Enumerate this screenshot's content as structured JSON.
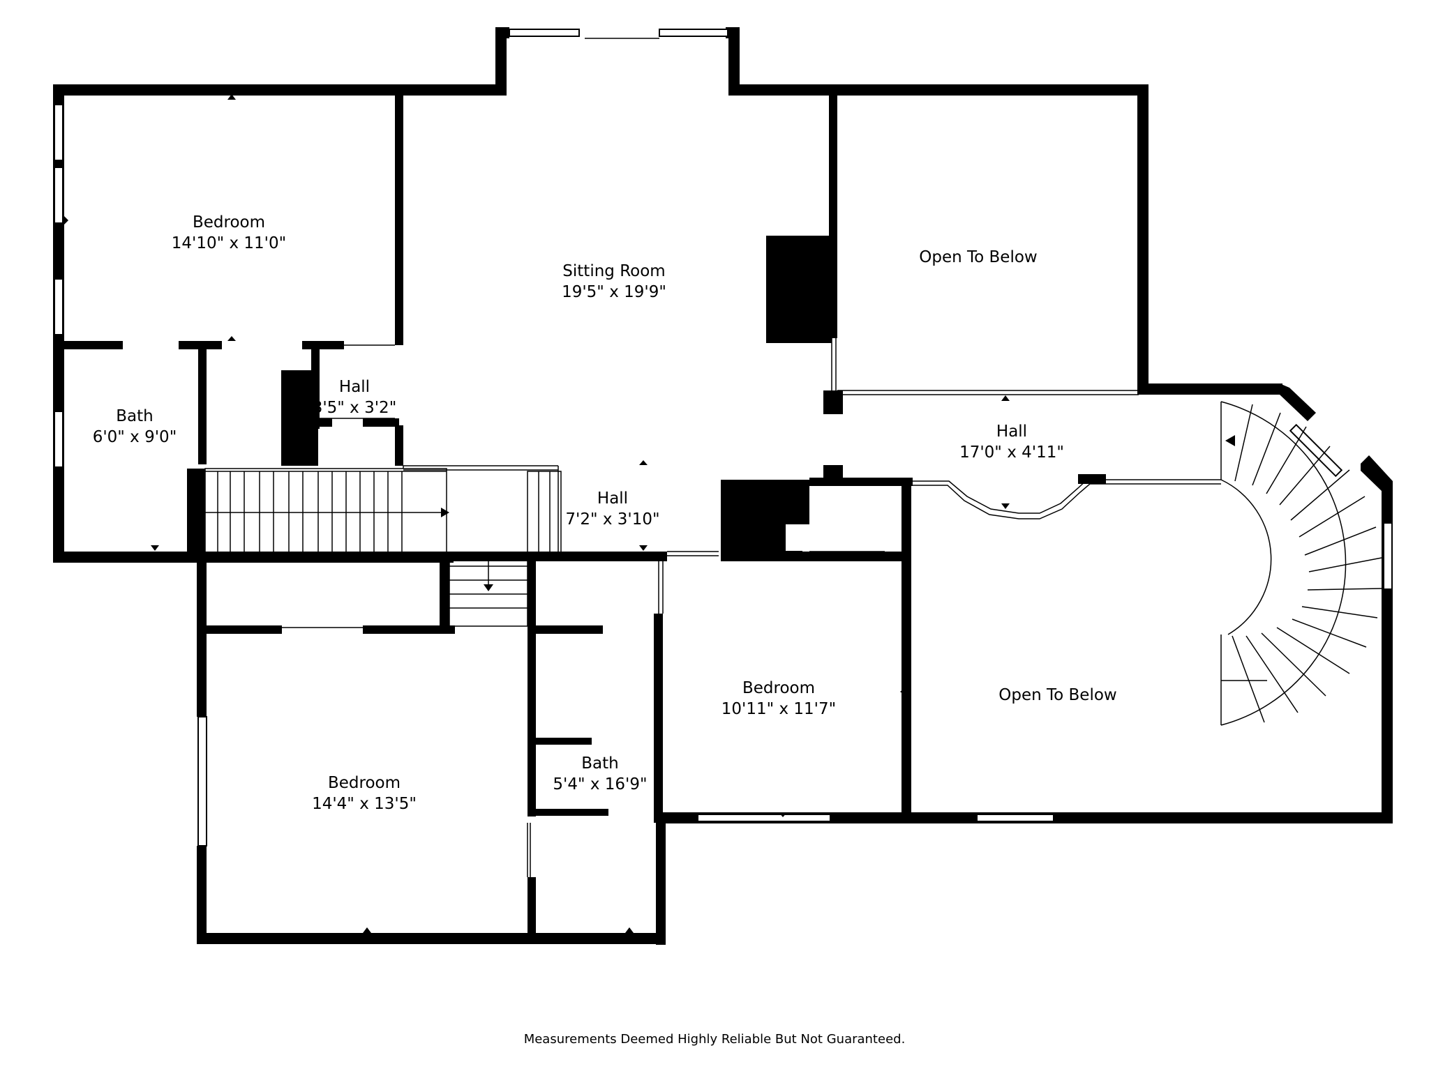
{
  "colors": {
    "wall": "#000000",
    "background": "#ffffff"
  },
  "rooms": {
    "bedroom_nw": {
      "name": "Bedroom",
      "dims": "14'10\" x 11'0\""
    },
    "sitting_room": {
      "name": "Sitting Room",
      "dims": "19'5\" x 19'9\""
    },
    "open_below_ne": {
      "name": "Open To Below"
    },
    "hall_small": {
      "name": "Hall",
      "dims": "3'5\" x 3'2\""
    },
    "bath_w": {
      "name": "Bath",
      "dims": "6'0\" x 9'0\""
    },
    "hall_east": {
      "name": "Hall",
      "dims": "17'0\" x 4'11\""
    },
    "hall_center": {
      "name": "Hall",
      "dims": "7'2\" x 3'10\""
    },
    "bedroom_c": {
      "name": "Bedroom",
      "dims": "10'11\" x 11'7\""
    },
    "open_below_se": {
      "name": "Open To Below"
    },
    "bath_s": {
      "name": "Bath",
      "dims": "5'4\" x 16'9\""
    },
    "bedroom_sw": {
      "name": "Bedroom",
      "dims": "14'4\" x 13'5\""
    }
  },
  "footer": {
    "note": "Measurements Deemed Highly Reliable But Not Guaranteed."
  }
}
